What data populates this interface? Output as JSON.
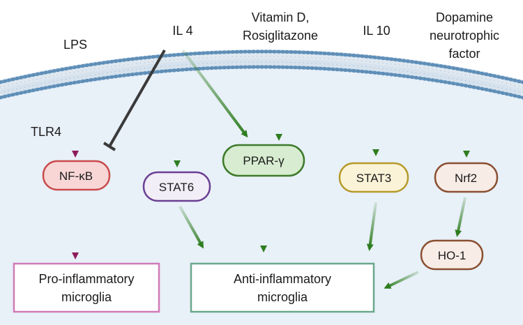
{
  "signals": {
    "lps": "LPS",
    "il4": "IL 4",
    "vitd_line1": "Vitamin D,",
    "vitd_line2": "Rosiglitazone",
    "il10": "IL 10",
    "dnf_line1": "Dopamine",
    "dnf_line2": "neurotrophic",
    "dnf_line3": "factor"
  },
  "receptor": {
    "tlr4": "TLR4"
  },
  "nodes": {
    "nfkb": "NF-κB",
    "stat6": "STAT6",
    "pparg": "PPAR-γ",
    "stat3": "STAT3",
    "nrf2": "Nrf2",
    "ho1": "HO-1"
  },
  "outputs": {
    "pro_line1": "Pro-inflammatory",
    "pro_line2": "microglia",
    "anti_line1": "Anti-inflammatory",
    "anti_line2": "microglia"
  },
  "colors": {
    "activation": "#2e7d1f",
    "inhibition": "#3a3a3a",
    "pro_pathway": "#8e1c5c",
    "membrane_head": "#5f8fb8",
    "cytoplasm": "#e8f0f8"
  }
}
